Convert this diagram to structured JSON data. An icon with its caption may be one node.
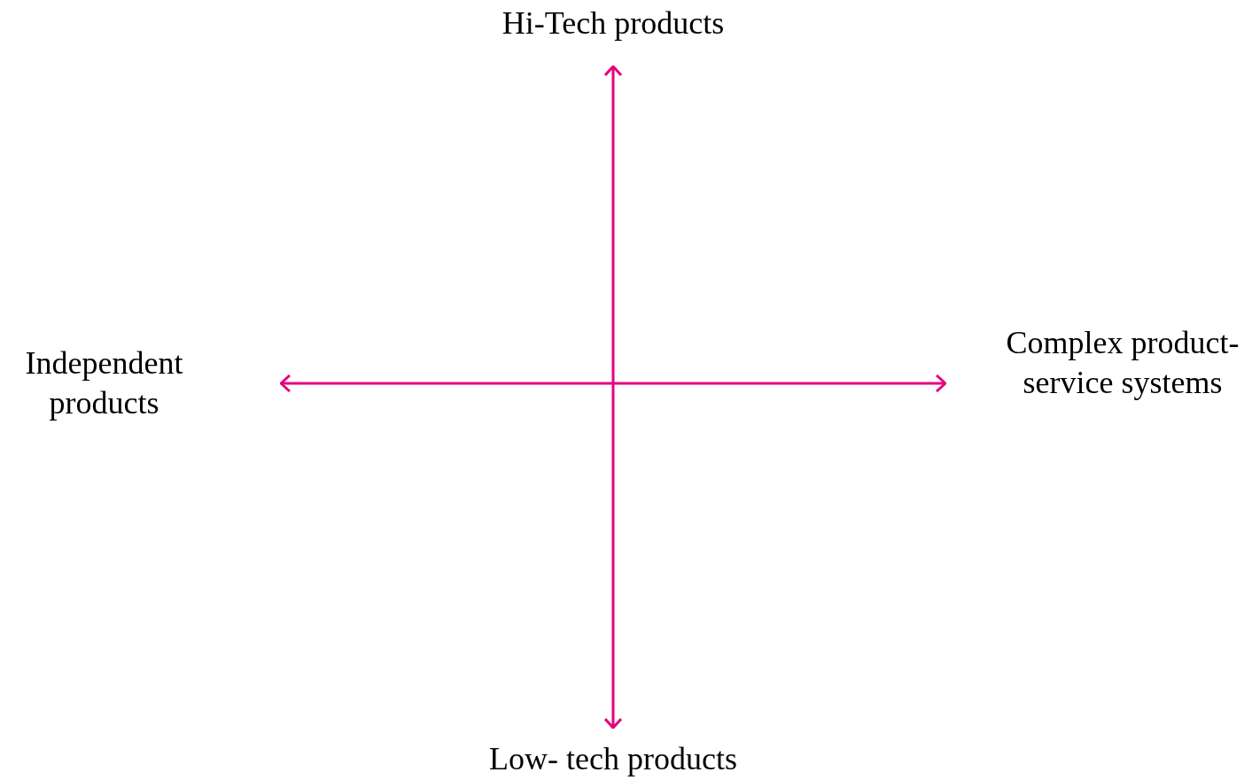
{
  "diagram": {
    "labels": [
      "Hi-Tech products",
      "Independent products",
      "Complex product-service systems",
      "Low- tech products"
    ]
  }
}
